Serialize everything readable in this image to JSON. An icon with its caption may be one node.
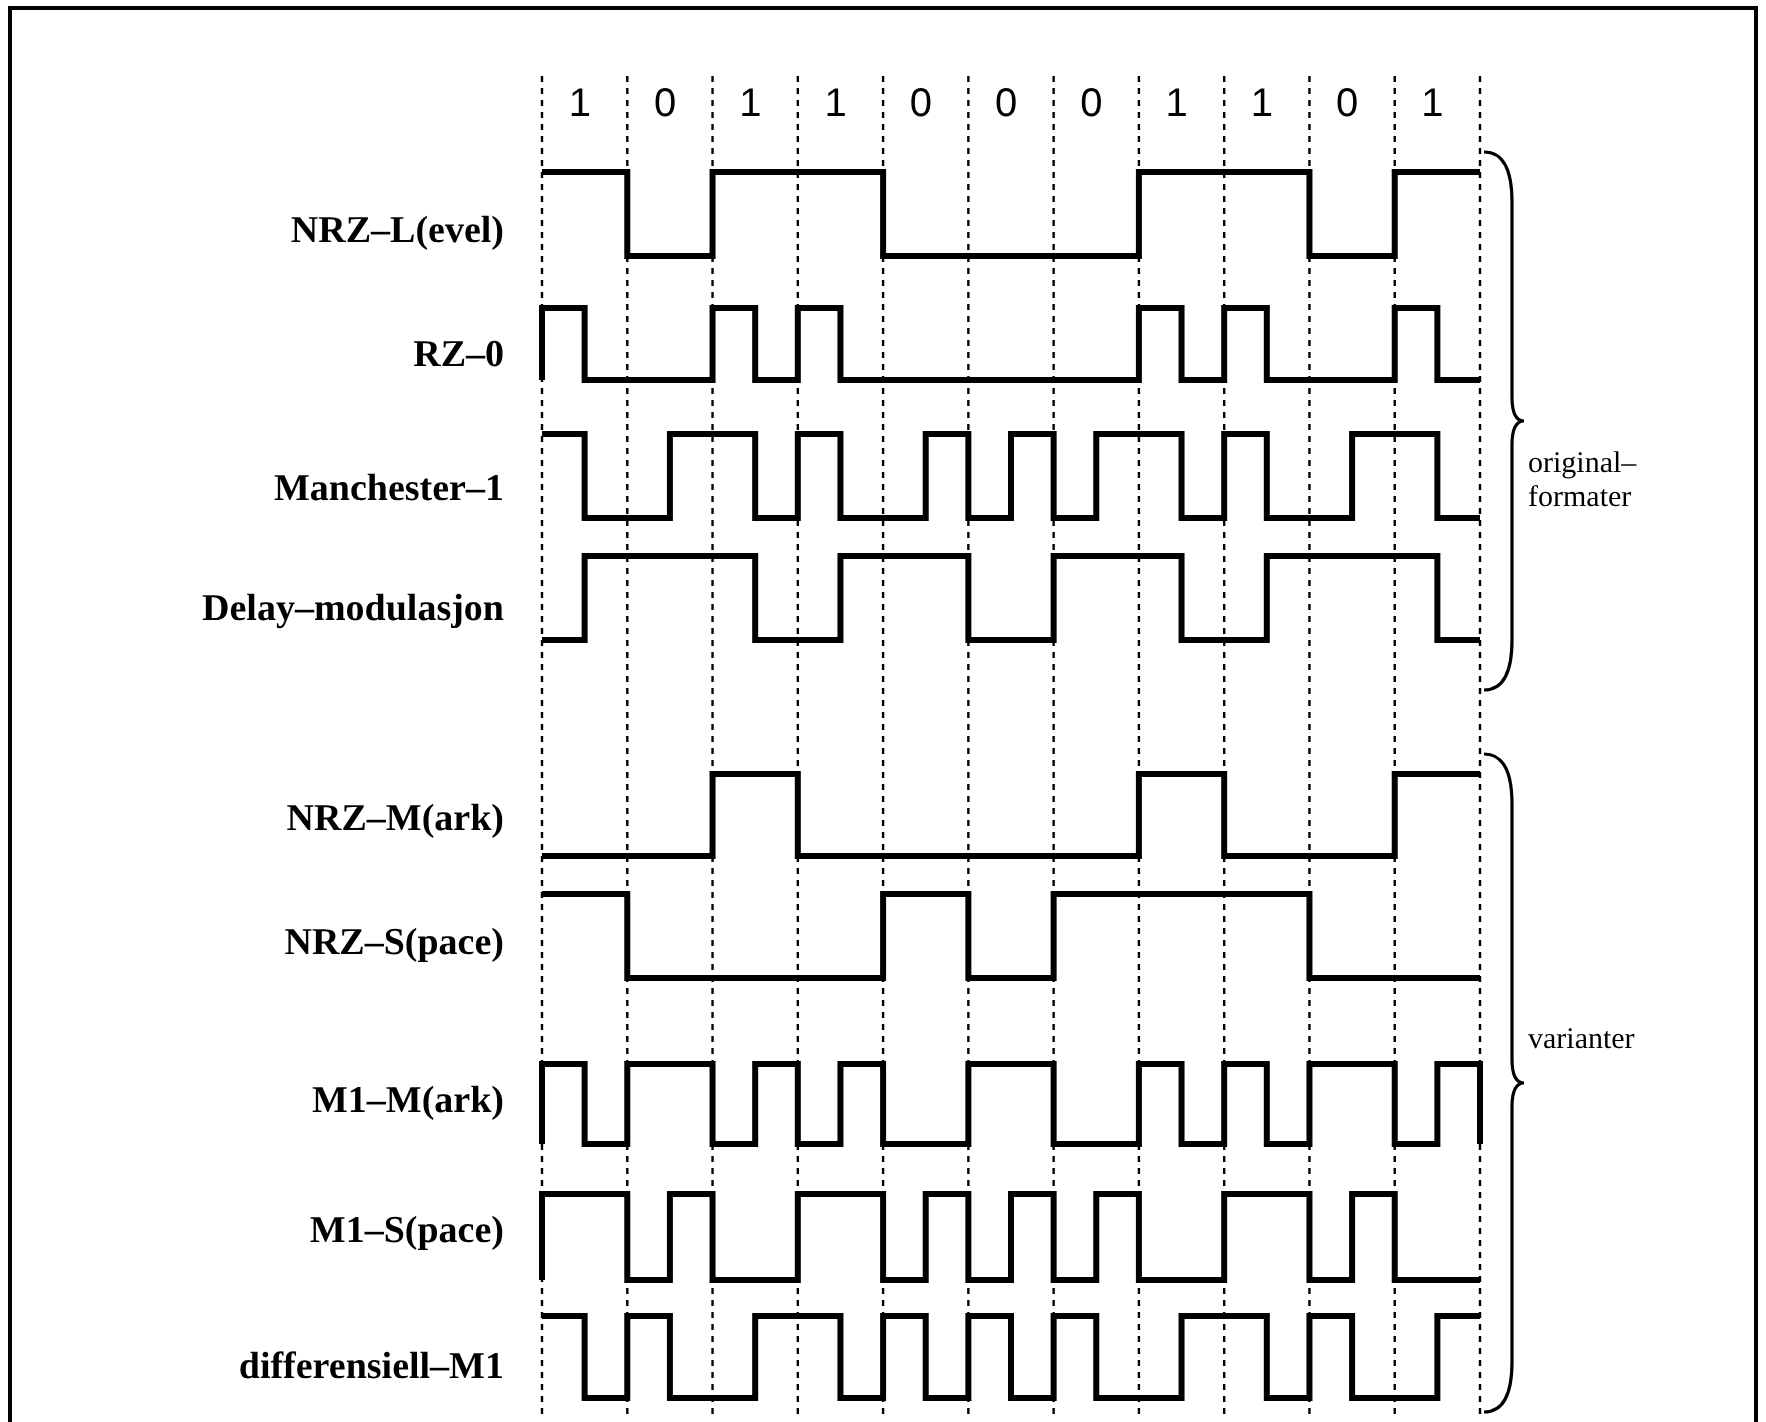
{
  "diagram": {
    "labels": [
      "1",
      "0",
      "1",
      "1",
      "0",
      "0",
      "0",
      "1",
      "1",
      "0",
      "1",
      "NRZ–L(evel)",
      "RZ–0",
      "Manchester–1",
      "Delay–modulasjon",
      "NRZ–M(ark)",
      "NRZ–S(pace)",
      "M1–M(ark)",
      "M1–S(pace)",
      "differensiell–M1",
      "original– formater",
      "varianter"
    ]
  }
}
